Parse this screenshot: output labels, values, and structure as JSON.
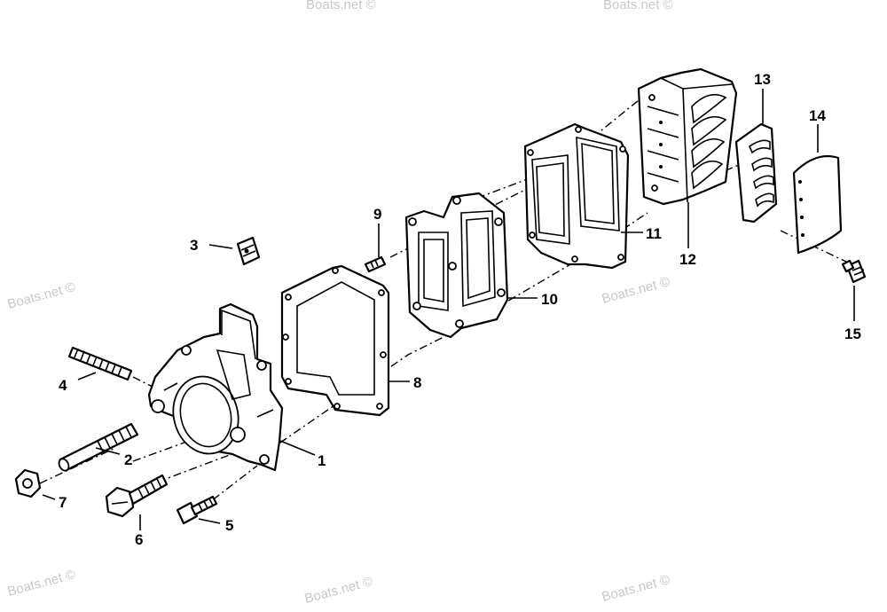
{
  "watermark": {
    "text": "Boats.net ©",
    "color": "#c8c8c8"
  },
  "callouts": [
    {
      "id": "1",
      "part": "intake-housing"
    },
    {
      "id": "2",
      "part": "long-stud"
    },
    {
      "id": "3",
      "part": "small-plate"
    },
    {
      "id": "4",
      "part": "stud"
    },
    {
      "id": "5",
      "part": "small-screw"
    },
    {
      "id": "6",
      "part": "hex-bolt"
    },
    {
      "id": "7",
      "part": "hex-nut"
    },
    {
      "id": "8",
      "part": "gasket-front"
    },
    {
      "id": "9",
      "part": "screw"
    },
    {
      "id": "10",
      "part": "adapter-plate"
    },
    {
      "id": "11",
      "part": "gasket-rear"
    },
    {
      "id": "12",
      "part": "reed-block"
    },
    {
      "id": "13",
      "part": "reed-petals"
    },
    {
      "id": "14",
      "part": "reed-stop"
    },
    {
      "id": "15",
      "part": "reed-screw"
    }
  ]
}
